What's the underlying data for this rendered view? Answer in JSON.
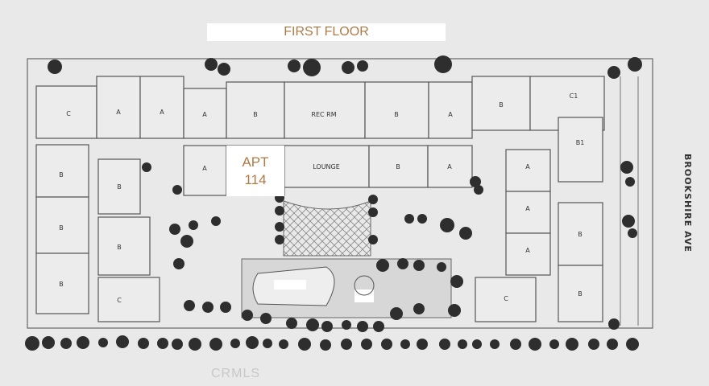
{
  "floor_title": "FIRST FLOOR",
  "highlight": {
    "line1": "APT",
    "line2": "114"
  },
  "street_label": "BROOKSHIRE AVE",
  "watermark": "CRMLS",
  "room_labels": {
    "rec_room": "REC RM",
    "lounge": "LOUNGE",
    "unit_a": "A",
    "unit_b": "B",
    "unit_c": "C",
    "unit_b1": "B1",
    "unit_c1": "C1"
  },
  "colors": {
    "background": "#e9e9e9",
    "line": "#555555",
    "label_accent": "#b07a45",
    "tree": "#2e2e2e"
  }
}
